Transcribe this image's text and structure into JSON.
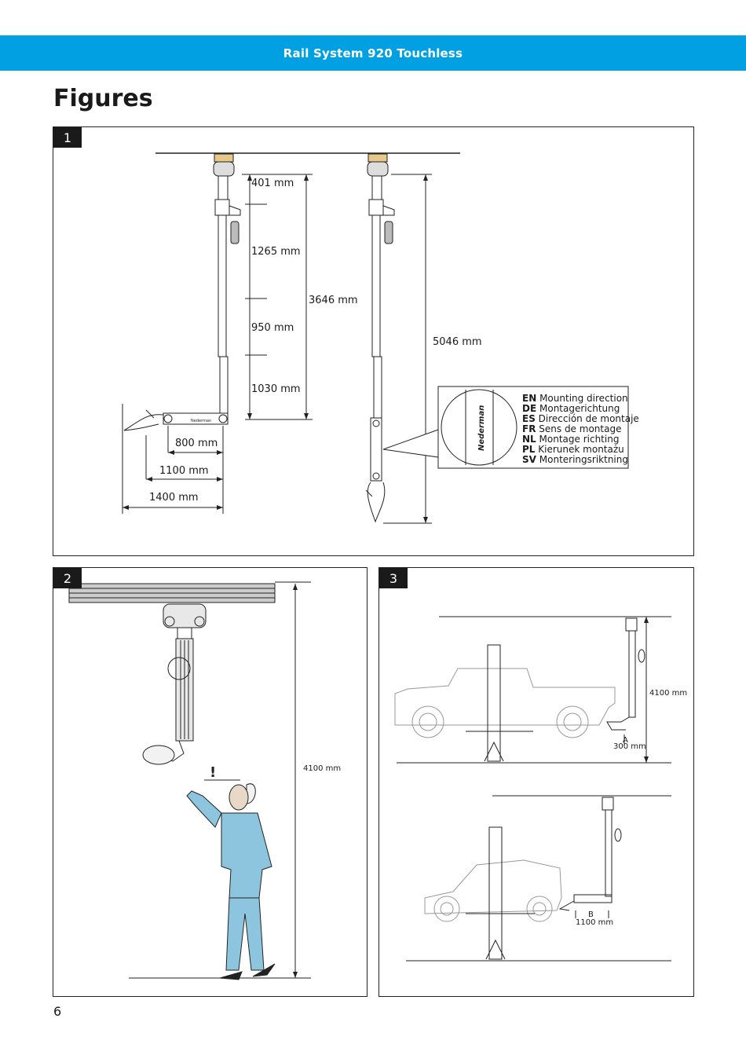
{
  "header": {
    "title": "Rail System 920 Touchless"
  },
  "page": {
    "title": "Figures",
    "number": "6"
  },
  "figure1": {
    "label": "1",
    "dims": {
      "d401": "401 mm",
      "d1265": "1265 mm",
      "d950": "950 mm",
      "d1030": "1030 mm",
      "d3646": "3646 mm",
      "d5046": "5046 mm",
      "d800": "800 mm",
      "d1100": "1100 mm",
      "d1400": "1400 mm"
    },
    "brand": "Nederman",
    "mounting": [
      {
        "code": "EN",
        "text": "Mounting direction"
      },
      {
        "code": "DE",
        "text": "Montagerichtung"
      },
      {
        "code": "ES",
        "text": "Dirección de montaje"
      },
      {
        "code": "FR",
        "text": "Sens de montage"
      },
      {
        "code": "NL",
        "text": "Montage richting"
      },
      {
        "code": "PL",
        "text": "Kierunek montażu"
      },
      {
        "code": "SV",
        "text": "Monteringsriktning"
      }
    ]
  },
  "figure2": {
    "label": "2",
    "height": "4100 mm",
    "warning": "!"
  },
  "figure3": {
    "label": "3",
    "height": "4100 mm",
    "labelA": "A",
    "distA": "300 mm",
    "labelB": "B",
    "distB": "1100 mm"
  }
}
